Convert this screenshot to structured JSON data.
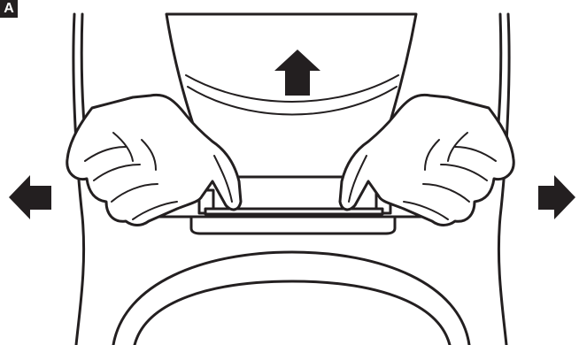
{
  "figure": {
    "label": "A"
  },
  "arrows": [
    {
      "name": "arrow-up",
      "direction": "up"
    },
    {
      "name": "arrow-left",
      "direction": "left"
    },
    {
      "name": "arrow-right",
      "direction": "right"
    }
  ],
  "colors": {
    "ink": "#231f20",
    "paper": "#ffffff"
  }
}
